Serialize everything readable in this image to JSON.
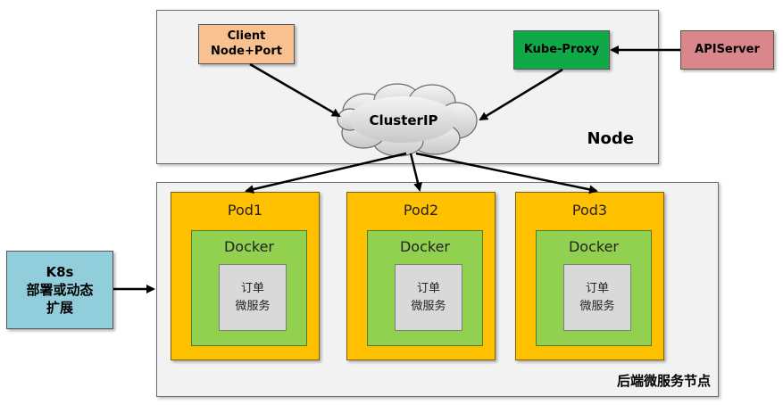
{
  "client": {
    "line1": "Client",
    "line2": "Node+Port"
  },
  "kube_proxy": {
    "label": "Kube-Proxy"
  },
  "apiserver": {
    "label": "APIServer"
  },
  "cluster_ip": {
    "label": "ClusterIP"
  },
  "node_panel": {
    "label": "Node"
  },
  "backend_panel": {
    "label": "后端微服务节点"
  },
  "k8s": {
    "line1": "K8s",
    "line2": "部署或动态",
    "line3": "扩展"
  },
  "pods": [
    {
      "title": "Pod1",
      "docker": "Docker",
      "svc_line1": "订单",
      "svc_line2": "微服务"
    },
    {
      "title": "Pod2",
      "docker": "Docker",
      "svc_line1": "订单",
      "svc_line2": "微服务"
    },
    {
      "title": "Pod3",
      "docker": "Docker",
      "svc_line1": "订单",
      "svc_line2": "微服务"
    }
  ],
  "colors": {
    "client": "#f9c18f",
    "kube_proxy": "#11a84a",
    "apiserver": "#d9878a",
    "k8s": "#92cddc",
    "pod": "#ffc000",
    "docker": "#92d050",
    "service": "#d9d9d9",
    "panel": "#f2f2f2",
    "cloud": "#d9d9d9"
  }
}
